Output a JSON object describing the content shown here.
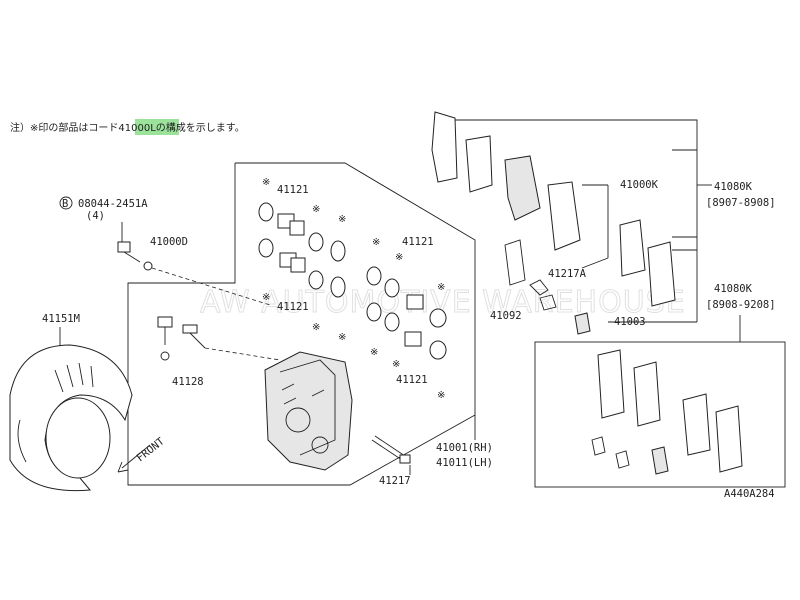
{
  "note": {
    "prefix": "注）※印の部品はコード",
    "code": "41000L",
    "suffix": "の構成を示します。"
  },
  "highlight_color": "#9be39b",
  "watermark": "AW  AUTOMOTIVE WAREHOUSE",
  "labels": {
    "bolt_code": "08044-2451A",
    "bolt_circle": "B",
    "bolt_qty": "(4)",
    "p41000d": "41000D",
    "p41151m": "41151M",
    "p41121_a": "41121",
    "p41121_b": "41121",
    "p41121_c": "41121",
    "p41121_d": "41121",
    "p41128": "41128",
    "p41000k": "41000K",
    "p41080k_a": "41080K",
    "p41080k_a_range": "[8907-8908]",
    "p41080k_b": "41080K",
    "p41080k_b_range": "[8908-9208]",
    "p41217a": "41217A",
    "p41092": "41092",
    "p41003": "41003",
    "p41001": "41001(RH)",
    "p41011": "41011(LH)",
    "p41217": "41217",
    "front": "FRONT",
    "diagram_code": "A440A284"
  }
}
